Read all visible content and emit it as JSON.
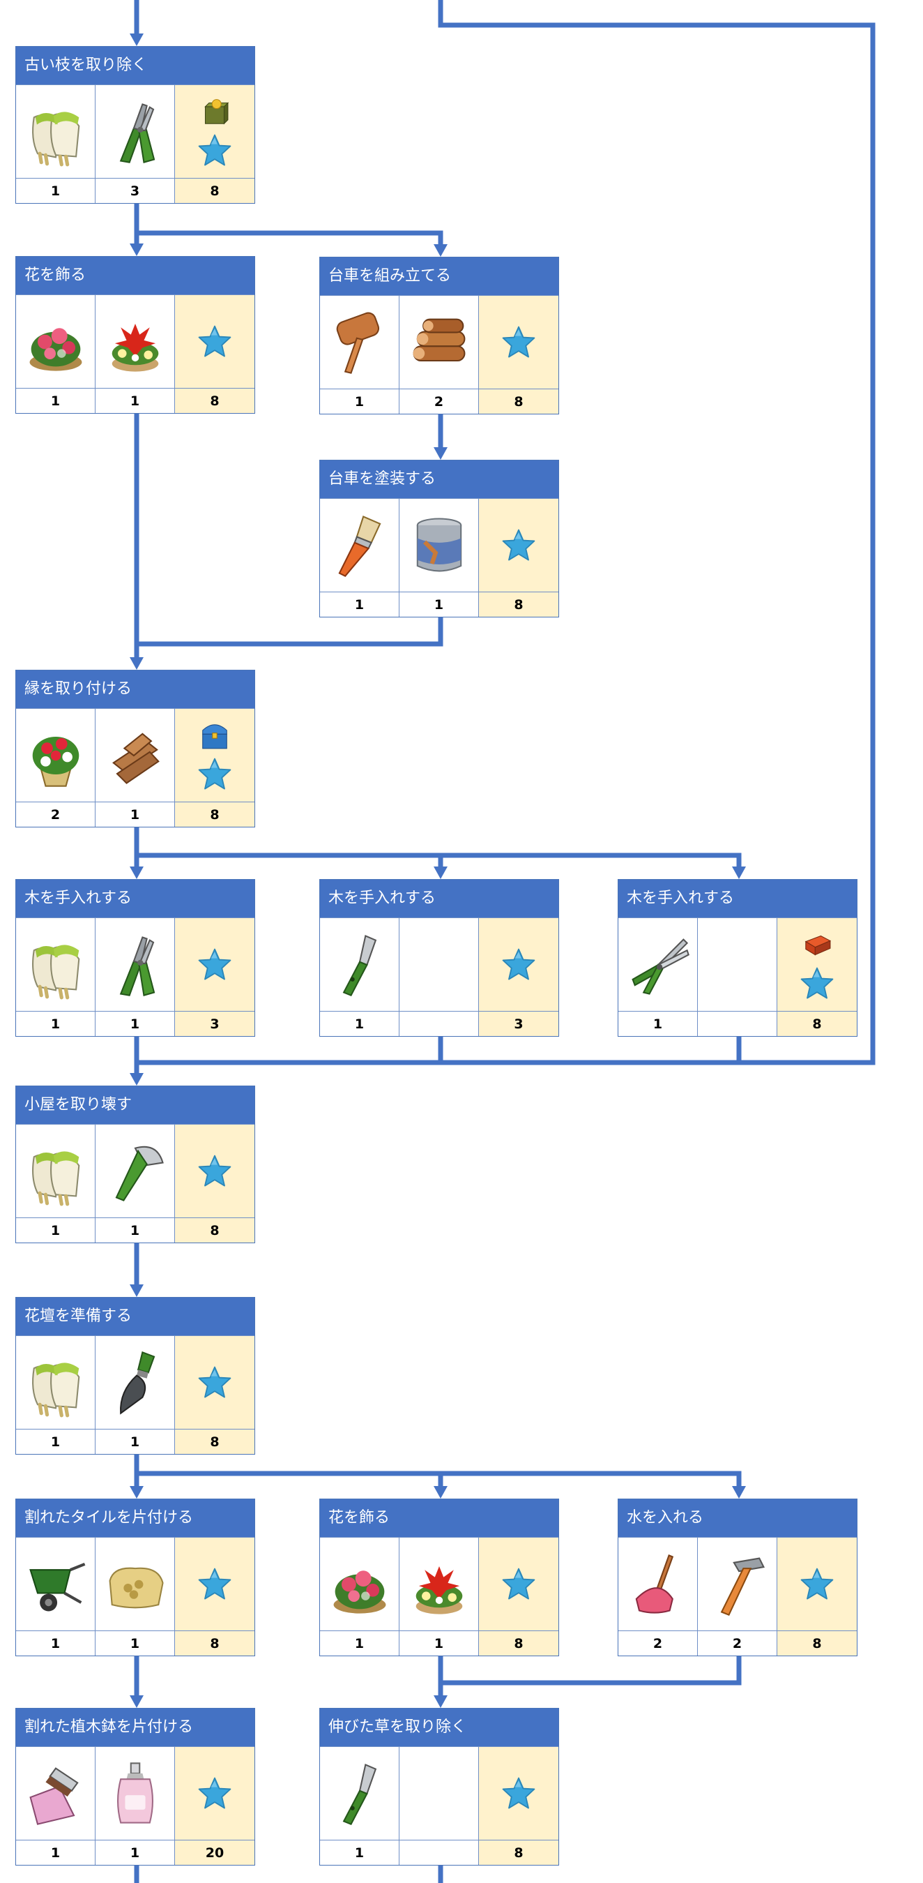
{
  "colors": {
    "connector": "#4472c4",
    "title_bg": "#4472c4",
    "title_text": "#ffffff",
    "reward_bg": "#fff2cc",
    "border": "#6f8fc6"
  },
  "tasks": [
    {
      "title": "古い枝を取り除く",
      "tools": [
        {
          "icon": "gardening-gloves-icon",
          "count": "1"
        },
        {
          "icon": "pruning-pliers-icon",
          "count": "3"
        }
      ],
      "reward": {
        "extra_icon": "crate-icon",
        "count": "8"
      }
    },
    {
      "title": "花を飾る",
      "tools": [
        {
          "icon": "pink-flower-pot-icon",
          "count": "1"
        },
        {
          "icon": "red-flower-pot-icon",
          "count": "1"
        }
      ],
      "reward": {
        "extra_icon": "",
        "count": "8"
      }
    },
    {
      "title": "台車を組み立てる",
      "tools": [
        {
          "icon": "mallet-icon",
          "count": "1"
        },
        {
          "icon": "log-pile-icon",
          "count": "2"
        }
      ],
      "reward": {
        "extra_icon": "",
        "count": "8"
      }
    },
    {
      "title": "台車を塗装する",
      "tools": [
        {
          "icon": "paint-brush-icon",
          "count": "1"
        },
        {
          "icon": "paint-can-icon",
          "count": "1"
        }
      ],
      "reward": {
        "extra_icon": "",
        "count": "8"
      }
    },
    {
      "title": "縁を取り付ける",
      "tools": [
        {
          "icon": "flower-bouquet-pot-icon",
          "count": "2"
        },
        {
          "icon": "wood-planks-icon",
          "count": "1"
        }
      ],
      "reward": {
        "extra_icon": "blue-chest-icon",
        "count": "8"
      }
    },
    {
      "title": "木を手入れする",
      "tools": [
        {
          "icon": "gardening-gloves-icon",
          "count": "1"
        },
        {
          "icon": "pruning-pliers-icon",
          "count": "1"
        }
      ],
      "reward": {
        "extra_icon": "",
        "count": "3"
      }
    },
    {
      "title": "木を手入れする",
      "tools": [
        {
          "icon": "garden-knife-icon",
          "count": "1"
        },
        {
          "icon": "",
          "count": ""
        }
      ],
      "reward": {
        "extra_icon": "",
        "count": "3"
      }
    },
    {
      "title": "木を手入れする",
      "tools": [
        {
          "icon": "hedge-shears-icon",
          "count": "1"
        },
        {
          "icon": "",
          "count": ""
        }
      ],
      "reward": {
        "extra_icon": "brick-box-icon",
        "count": "8"
      }
    },
    {
      "title": "小屋を取り壊す",
      "tools": [
        {
          "icon": "gardening-gloves-icon",
          "count": "1"
        },
        {
          "icon": "hatchet-icon",
          "count": "1"
        }
      ],
      "reward": {
        "extra_icon": "",
        "count": "8"
      }
    },
    {
      "title": "花壇を準備する",
      "tools": [
        {
          "icon": "gardening-gloves-icon",
          "count": "1"
        },
        {
          "icon": "trowel-icon",
          "count": "1"
        }
      ],
      "reward": {
        "extra_icon": "",
        "count": "8"
      }
    },
    {
      "title": "割れたタイルを片付ける",
      "tools": [
        {
          "icon": "wheelbarrow-icon",
          "count": "1"
        },
        {
          "icon": "sand-bag-icon",
          "count": "1"
        }
      ],
      "reward": {
        "extra_icon": "",
        "count": "8"
      }
    },
    {
      "title": "花を飾る",
      "tools": [
        {
          "icon": "pink-flower-pot-icon",
          "count": "1"
        },
        {
          "icon": "red-flower-pot-icon",
          "count": "1"
        }
      ],
      "reward": {
        "extra_icon": "",
        "count": "8"
      }
    },
    {
      "title": "水を入れる",
      "tools": [
        {
          "icon": "plunger-icon",
          "count": "2"
        },
        {
          "icon": "hammer-icon",
          "count": "2"
        }
      ],
      "reward": {
        "extra_icon": "",
        "count": "8"
      }
    },
    {
      "title": "割れた植木鉢を片付ける",
      "tools": [
        {
          "icon": "dustpan-brush-icon",
          "count": "1"
        },
        {
          "icon": "soap-bottle-icon",
          "count": "1"
        }
      ],
      "reward": {
        "extra_icon": "",
        "count": "20"
      }
    },
    {
      "title": "伸びた草を取り除く",
      "tools": [
        {
          "icon": "garden-knife-icon",
          "count": "1"
        },
        {
          "icon": "",
          "count": ""
        }
      ],
      "reward": {
        "extra_icon": "",
        "count": "8"
      }
    }
  ]
}
